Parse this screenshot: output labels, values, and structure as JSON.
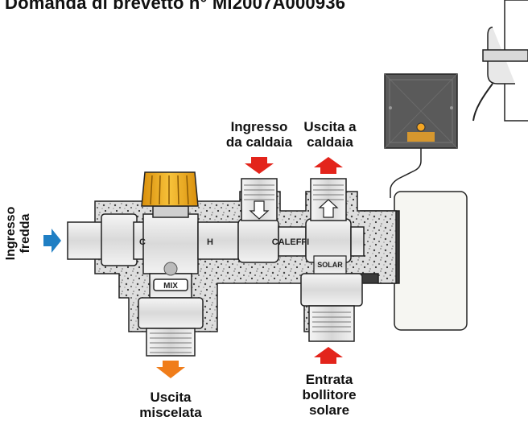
{
  "title": "Domanda di brevetto n° MI2007A000936",
  "labels": {
    "ingresso_caldaia": [
      "Ingresso",
      "da caldaia"
    ],
    "uscita_caldaia": [
      "Uscita a",
      "caldaia"
    ],
    "ingresso_fredda": [
      "Ingresso",
      "fredda"
    ],
    "uscita_miscelata": [
      "Uscita",
      "miscelata"
    ],
    "entrata_bollitore": [
      "Entrata",
      "bollitore",
      "solare"
    ]
  },
  "body_markings": {
    "cold": "C",
    "hot": "H",
    "mix": "MIX",
    "brand": "CALEFFI",
    "solar": "SOLAR"
  },
  "colors": {
    "inflow_arrow": "#e3241b",
    "outflow_arrow": "#e3241b",
    "cold_arrow": "#1f7fc4",
    "mixed_arrow": "#f07d1a",
    "knob": "#f2b21b",
    "insulation": "#dcdcdc",
    "controller": "#555555",
    "led": "#f5a623"
  }
}
